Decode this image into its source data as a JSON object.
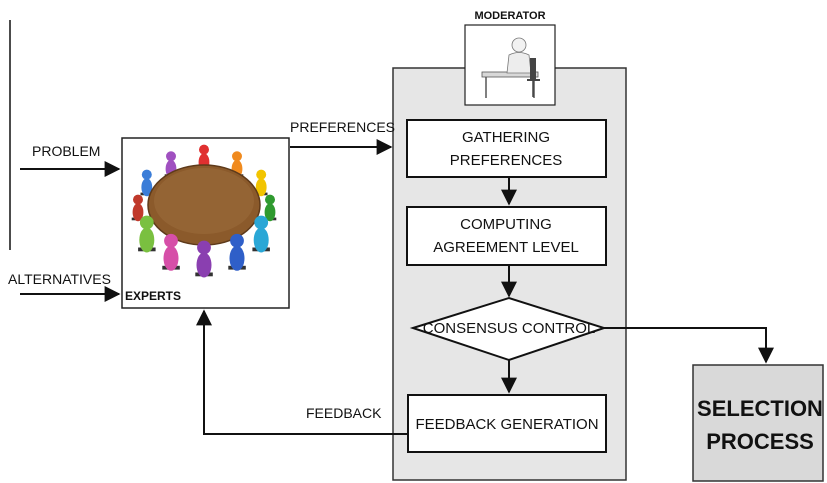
{
  "inputs": {
    "problem": "PROBLEM",
    "alternatives": "ALTERNATIVES"
  },
  "experts": {
    "label": "EXPERTS",
    "people_colors": [
      "#e03030",
      "#f08a1e",
      "#f2c400",
      "#2f9a2f",
      "#2aa7d6",
      "#2f5fc8",
      "#8a3fb0",
      "#d64fa8",
      "#7ac040",
      "#c0392b",
      "#3b7dd8",
      "#a050c0"
    ],
    "table_color": "#8b5a2b"
  },
  "edges": {
    "preferences": "PREFERENCES",
    "feedback": "FEEDBACK"
  },
  "moderator": {
    "title": "MODERATOR"
  },
  "process": {
    "gathering": [
      "GATHERING",
      "PREFERENCES"
    ],
    "computing": [
      "COMPUTING",
      "AGREEMENT LEVEL"
    ],
    "consensus": "CONSENSUS CONTROL",
    "feedback_generation": "FEEDBACK GENERATION"
  },
  "selection": [
    "SELECTION",
    "PROCESS"
  ],
  "colors": {
    "panel_fill": "#e6e6e6",
    "panel_stroke": "#333333",
    "selection_fill": "#d9d9d9"
  }
}
